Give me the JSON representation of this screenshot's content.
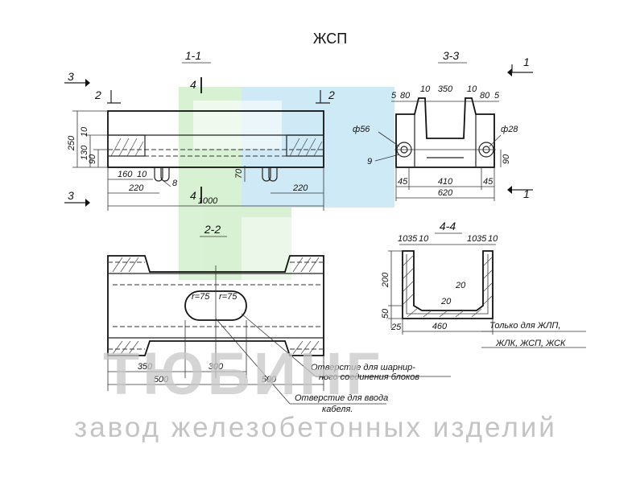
{
  "title": "ЖСП",
  "watermark": {
    "brand": "ТЮБИНГ",
    "tagline": "завод железобетонных изделий",
    "colors": {
      "green": "#b9e6b0",
      "blue": "#a8d8f0"
    }
  },
  "sections": {
    "s11": "1-1",
    "s22": "2-2",
    "s33": "3-3",
    "s44": "4-4",
    "cut1": "1",
    "cut2": "2",
    "cut3": "3",
    "cut4": "4"
  },
  "view11": {
    "dims": [
      "250",
      "10",
      "130",
      "90",
      "160",
      "10",
      "70",
      "220",
      "8",
      "220",
      "1000"
    ]
  },
  "view33": {
    "dims": [
      "5",
      "80",
      "10",
      "350",
      "10",
      "80",
      "5",
      "90",
      "45",
      "410",
      "45",
      "620"
    ],
    "diameters": [
      "ф56",
      "ф28"
    ],
    "pointer": "9"
  },
  "view22": {
    "dims": [
      "350",
      "300",
      "500",
      "500"
    ],
    "radius": [
      "r=75",
      "r=75"
    ],
    "notes": {
      "hinge": [
        "Отверстие для шарнир-",
        "ного соединения блоков"
      ],
      "cable": [
        "Отверстие для ввода",
        "кабеля."
      ]
    }
  },
  "view44": {
    "dims": [
      "10",
      "35",
      "10",
      "10",
      "35",
      "10",
      "200",
      "20",
      "20",
      "50",
      "25",
      "460"
    ],
    "applicability": [
      "Только для ЖЛП,",
      "ЖЛК, ЖСП, ЖСК"
    ]
  }
}
